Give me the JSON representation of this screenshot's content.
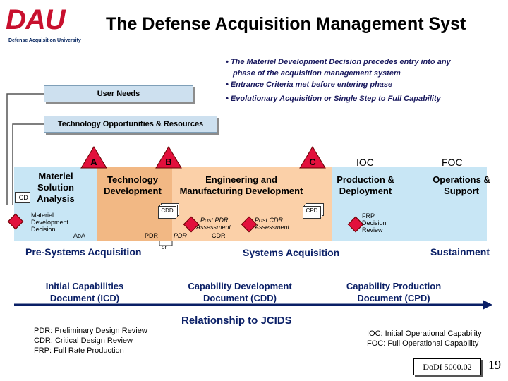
{
  "header": {
    "logo_text": "DAU",
    "logo_sub": "Defense Acquisition University",
    "title": "The Defense Acquisition Management Syst"
  },
  "bullets": [
    "• The Materiel Development Decision precedes entry into any",
    "phase of the acquisition management system",
    "• Entrance Criteria met before entering phase",
    "• Evolutionary Acquisition or Single Step to Full Capability"
  ],
  "bars": {
    "user_needs": "User Needs",
    "tech_opps": "Technology Opportunities & Resources"
  },
  "milestones": {
    "a": "A",
    "b": "B",
    "c": "C",
    "ioc": "IOC",
    "foc": "FOC"
  },
  "phases": {
    "msa_line1": "Materiel",
    "msa_line2": "Solution",
    "msa_line3": "Analysis",
    "icd": "ICD",
    "td_line1": "Technology",
    "td_line2": "Development",
    "emd_line1": "Engineering and",
    "emd_line2": "Manufacturing Development",
    "pd_line1": "Production &",
    "pd_line2": "Deployment",
    "os_line1": "Operations &",
    "os_line2": "Support"
  },
  "events": {
    "mdd_line1": "Materiel",
    "mdd_line2": "Development",
    "mdd_line3": "Decision",
    "aoa": "AoA",
    "pdr1": "PDR",
    "pdr2": "PDR",
    "or": "or",
    "cdd": "CDD",
    "cpd": "CPD",
    "post_pdr_line1": "Post PDR",
    "post_pdr_line2": "Assessment",
    "post_cdr_line1": "Post CDR",
    "post_cdr_line2": "Assessment",
    "cdr": "CDR",
    "frp_line1": "FRP",
    "frp_line2": "Decision",
    "frp_line3": "Review"
  },
  "sections": {
    "pre_systems": "Pre-Systems Acquisition",
    "systems": "Systems Acquisition",
    "sustainment": "Sustainment"
  },
  "documents": {
    "icd_line1": "Initial Capabilities",
    "icd_line2": "Document (ICD)",
    "cdd_line1": "Capability Development",
    "cdd_line2": "Document (CDD)",
    "cpd_line1": "Capability Production",
    "cpd_line2": "Document (CPD)"
  },
  "jcids": "Relationship to JCIDS",
  "legend_left": [
    "PDR: Preliminary Design Review",
    "CDR: Critical Design Review",
    "FRP: Full Rate Production"
  ],
  "legend_right": [
    "IOC: Initial Operational Capability",
    "FOC: Full Operational Capability"
  ],
  "footer": {
    "dodi": "DoDI 5000.02",
    "page": "19"
  },
  "colors": {
    "msa_fill": "#c8e6f5",
    "td_fill": "#f2b884",
    "emd_fill": "#fbd0a8",
    "pd_fill": "#c8e6f5",
    "milestone_red": "#e2103c",
    "bar_fill": "#cde0ef",
    "navy": "#0a1f66"
  }
}
